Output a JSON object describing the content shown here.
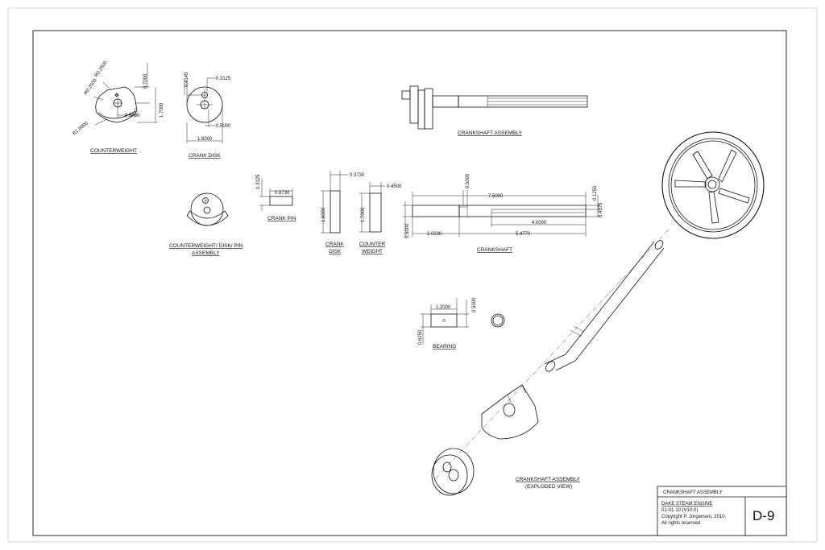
{
  "views": {
    "counterweight": {
      "title": "COUNTERWEIGHT",
      "dims": [
        "R0.2500",
        "R0.2500",
        "R1.0000",
        "0.5000",
        "0.7000",
        "1.7000"
      ]
    },
    "crank_disk": {
      "title": "CRANK  DISK",
      "dims": [
        "0.4145",
        "0.3125",
        "0.5000",
        "1.6000"
      ]
    },
    "assembly": {
      "title_line1": "COUNTERWEIGHT/ DISK/ PIN",
      "title_line2": "ASSEMBLY"
    },
    "crank_pin": {
      "title": "CRANK  PIN",
      "dims": [
        "0.3125",
        "0.8730"
      ]
    },
    "crank_disk_side": {
      "title_line1": "CRANK",
      "title_line2": "DISK",
      "dims": [
        "0.3730",
        "1.6000"
      ]
    },
    "counterweight_side": {
      "title_line1": "COUNTER",
      "title_line2": "WEIGHT",
      "dims": [
        "0.4500",
        "1.7000"
      ]
    },
    "crankshaft_assembly_top": {
      "title": "CRANKSHAFT  ASSEMBLY"
    },
    "crankshaft": {
      "title": "CRANKSHAFT",
      "dims": [
        "0.5000",
        "7.5000",
        "0.1250",
        "0.4375",
        "4.0000",
        "0.5000",
        "2.0230",
        "5.4770"
      ]
    },
    "bearing": {
      "title": "BEARING",
      "dims": [
        "1.2000",
        "0.5000",
        "0.6250"
      ]
    },
    "exploded": {
      "title_line1": "CRANKSHAFT  ASSEMBLY",
      "title_line2": "(EXPLODED VIEW)"
    }
  },
  "title_block": {
    "drawing_title": "CRANKSHAFT  ASSEMBLY",
    "project": "DAKE STEAM ENGINE",
    "version": "01-01-10  (V10.0)",
    "copyright": "Copyright P. Jorgensen, 2010.",
    "rights": "All rights reserved.",
    "sheet_number": "D-9"
  }
}
